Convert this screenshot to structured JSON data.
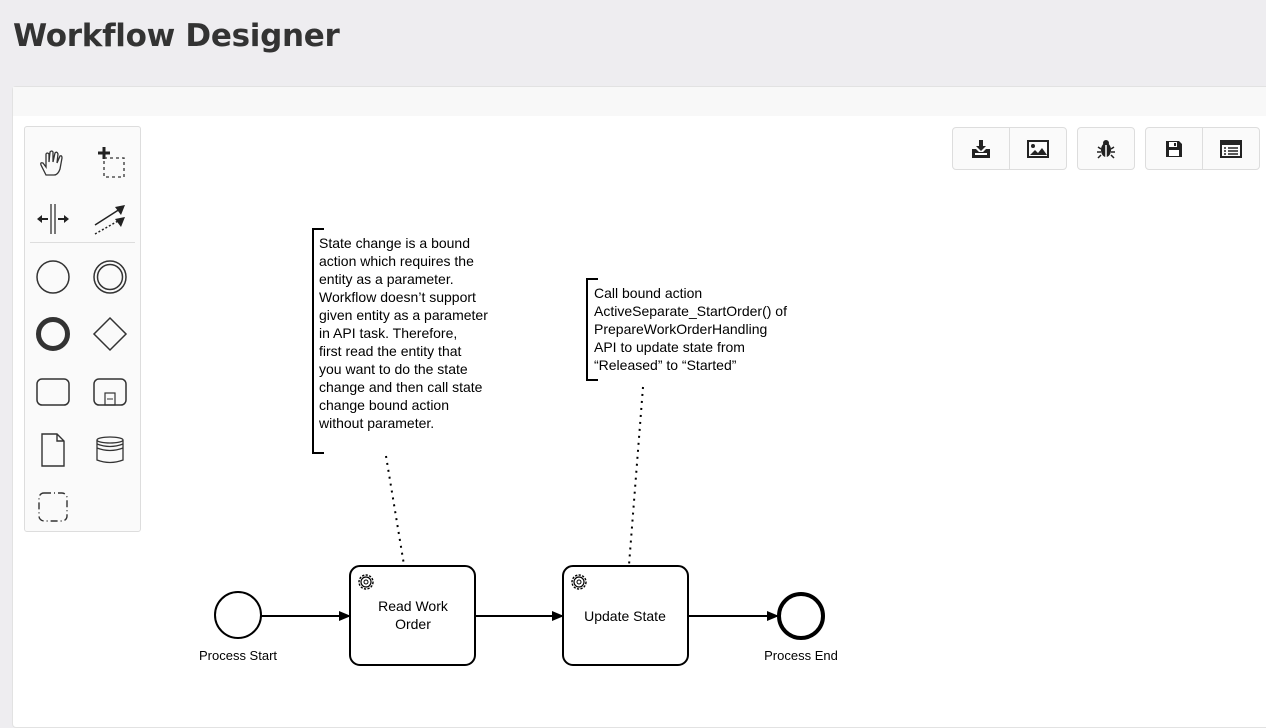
{
  "header": {
    "title": "Workflow Designer"
  },
  "palette": {
    "tools": [
      "hand-tool",
      "lasso-tool",
      "space-tool",
      "connect-tool",
      "start-event",
      "intermediate-event",
      "end-event",
      "gateway",
      "task",
      "subprocess",
      "data-object",
      "data-store",
      "group"
    ]
  },
  "toolbar": {
    "buttons": [
      "download",
      "export-image",
      "debug",
      "save",
      "properties"
    ]
  },
  "diagram": {
    "start_label": "Process Start",
    "end_label": "Process End",
    "task1": {
      "line1": "Read Work",
      "line2": "Order"
    },
    "task2": {
      "label": "Update State"
    },
    "annotation1": [
      "State change is a bound",
      "action which requires the",
      "entity as a parameter.",
      "Workflow doesn’t support",
      "given entity as a parameter",
      "in API task. Therefore,",
      "first read the entity that",
      "you want to do the state",
      "change and then call state",
      "change bound action",
      "without parameter."
    ],
    "annotation2": [
      "Call bound action",
      "ActiveSeparate_StartOrder() of",
      "PrepareWorkOrderHandling",
      "API to update state from",
      "“Released” to “Started”"
    ]
  }
}
